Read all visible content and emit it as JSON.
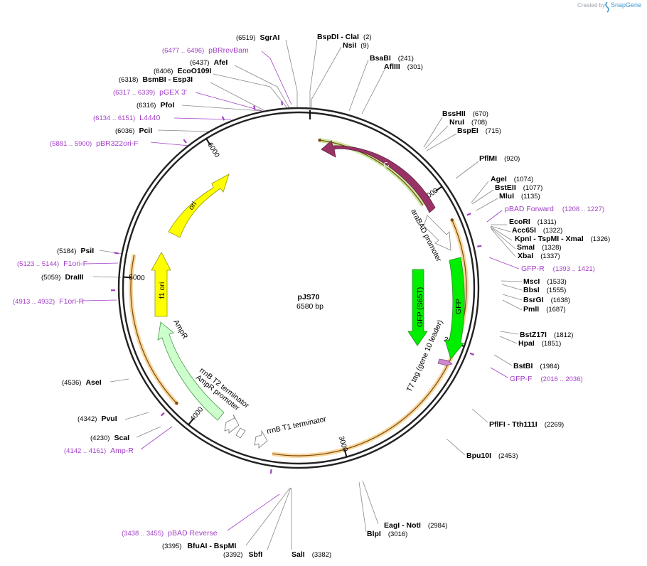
{
  "credit": {
    "created_by": "Created by",
    "brand": "SnapGene"
  },
  "plasmid": {
    "name": "pJS70",
    "length": 6580,
    "length_label": "6580 bp"
  },
  "ticks": [
    "1000",
    "2000",
    "3000",
    "4000",
    "5000",
    "6000"
  ],
  "features": [
    {
      "id": "arac",
      "label": "araC",
      "start": 1026,
      "end": 148,
      "strand": -1,
      "color": "#993366"
    },
    {
      "id": "arabad",
      "label": "araBAD promoter",
      "start": 1026,
      "end": 1310,
      "strand": 1,
      "color": "#ffffff"
    },
    {
      "id": "gfps65t",
      "label": "GFP (S65T)",
      "strand": 1,
      "color": "#00ee00"
    },
    {
      "id": "gfp",
      "label": "GFP",
      "start": 1360,
      "end": 2085,
      "strand": 1,
      "color": "#00ee00"
    },
    {
      "id": "t7tag",
      "label": "T7 tag (gene 10 leader)",
      "color": "#cc88cc"
    },
    {
      "id": "rrnbt1",
      "label": "rrnB T1 terminator",
      "color": "#ffffff"
    },
    {
      "id": "rrnbt2",
      "label": "rrnB T2 terminator",
      "color": "#ffffff"
    },
    {
      "id": "ampprom",
      "label": "AmpR promoter",
      "color": "#ffffff"
    },
    {
      "id": "ampr",
      "label": "AmpR",
      "start": 4608,
      "end": 3748,
      "strand": -1,
      "color": "#ccffcc"
    },
    {
      "id": "f1ori",
      "label": "f1 ori",
      "start": 4973,
      "end": 5429,
      "strand": 1,
      "color": "#ffff00"
    },
    {
      "id": "ori",
      "label": "ori",
      "start": 5540,
      "end": 6130,
      "strand": 1,
      "color": "#ffff00"
    }
  ],
  "primer_arcs": [
    {
      "id": "pbad-fwd-to-gfp",
      "start": 1208,
      "end": 3455,
      "strand": -1,
      "color": "#f3b64a"
    },
    {
      "id": "amp-r-to-f1ori",
      "start": 4142,
      "end": 5144,
      "strand": -1,
      "color": "#f3b64a"
    },
    {
      "id": "green-top",
      "start": 148,
      "end": 1030,
      "strand": -1,
      "color": "#9bd44a"
    }
  ],
  "enzymes": [
    {
      "name": "SgrAI",
      "pos": "(6519)"
    },
    {
      "name": "BspDI - ClaI",
      "pos": "(2)"
    },
    {
      "name": "NsiI",
      "pos": "(9)"
    },
    {
      "name": "BsaBI",
      "pos": "(241)"
    },
    {
      "name": "AflIII",
      "pos": "(301)"
    },
    {
      "name": "AfeI",
      "pos": "(6437)"
    },
    {
      "name": "EcoO109I",
      "pos": "(6406)"
    },
    {
      "name": "BsmBI - Esp3I",
      "pos": "(6318)"
    },
    {
      "name": "PfoI",
      "pos": "(6316)"
    },
    {
      "name": "PciI",
      "pos": "(6036)"
    },
    {
      "name": "BssHII",
      "pos": "(670)"
    },
    {
      "name": "NruI",
      "pos": "(708)"
    },
    {
      "name": "BspEI",
      "pos": "(715)"
    },
    {
      "name": "PflMI",
      "pos": "(920)"
    },
    {
      "name": "AgeI",
      "pos": "(1074)"
    },
    {
      "name": "BstEII",
      "pos": "(1077)"
    },
    {
      "name": "MluI",
      "pos": "(1135)"
    },
    {
      "name": "EcoRI",
      "pos": "(1311)"
    },
    {
      "name": "Acc65I",
      "pos": "(1322)"
    },
    {
      "name": "KpnI - TspMI - XmaI",
      "pos": "(1326)"
    },
    {
      "name": "SmaI",
      "pos": "(1328)"
    },
    {
      "name": "XbaI",
      "pos": "(1337)"
    },
    {
      "name": "MscI",
      "pos": "(1533)"
    },
    {
      "name": "BbsI",
      "pos": "(1555)"
    },
    {
      "name": "BsrGI",
      "pos": "(1638)"
    },
    {
      "name": "PmlI",
      "pos": "(1687)"
    },
    {
      "name": "BstZ17I",
      "pos": "(1812)"
    },
    {
      "name": "HpaI",
      "pos": "(1851)"
    },
    {
      "name": "BstBI",
      "pos": "(1984)"
    },
    {
      "name": "PflFI - Tth111I",
      "pos": "(2269)"
    },
    {
      "name": "Bpu10I",
      "pos": "(2453)"
    },
    {
      "name": "EagI - NotI",
      "pos": "(2984)"
    },
    {
      "name": "BlpI",
      "pos": "(3016)"
    },
    {
      "name": "SalI",
      "pos": "(3382)"
    },
    {
      "name": "SbfI",
      "pos": "(3392)"
    },
    {
      "name": "BfuAI - BspMI",
      "pos": "(3395)"
    },
    {
      "name": "ScaI",
      "pos": "(4230)"
    },
    {
      "name": "PvuI",
      "pos": "(4342)"
    },
    {
      "name": "AseI",
      "pos": "(4536)"
    },
    {
      "name": "DraIII",
      "pos": "(5059)"
    },
    {
      "name": "PsiI",
      "pos": "(5184)"
    }
  ],
  "primers": [
    {
      "name": "pBRrevBam",
      "range": "(6477 .. 6496)"
    },
    {
      "name": "pGEX 3'",
      "range": "(6317 .. 6339)"
    },
    {
      "name": "L4440",
      "range": "(6134 .. 6151)"
    },
    {
      "name": "pBR322ori-F",
      "range": "(5881 .. 5900)"
    },
    {
      "name": "pBAD Forward",
      "range": "(1208 .. 1227)"
    },
    {
      "name": "GFP-R",
      "range": "(1393 .. 1421)"
    },
    {
      "name": "GFP-F",
      "range": "(2016 .. 2036)"
    },
    {
      "name": "pBAD Reverse",
      "range": "(3438 .. 3455)"
    },
    {
      "name": "Amp-R",
      "range": "(4142 .. 4161)"
    },
    {
      "name": "F1ori-F",
      "range": "(5123 .. 5144)"
    },
    {
      "name": "F1ori-R",
      "range": "(4913 .. 4932)"
    }
  ]
}
